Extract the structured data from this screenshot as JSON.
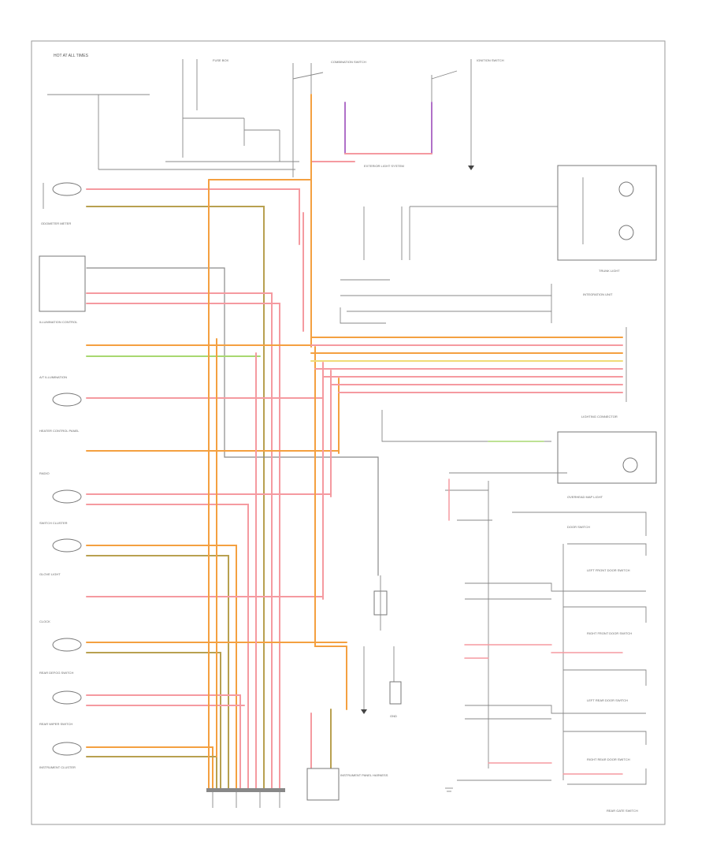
{
  "diagram": {
    "footer_code": "",
    "labels": {
      "odometer_meter": "ODOMETER METER",
      "illumination_control": "ILLUMINATION CONTROL",
      "at_illumination": "A/T ILLUMINATION",
      "heater_control_panel": "HEATER CONTROL PANEL",
      "radio": "RADIO",
      "switch_cluster": "SWITCH CLUSTER",
      "glove_light": "GLOVE LIGHT",
      "clock": "CLOCK",
      "rear_defog_switch": "REAR DEFOG SWITCH",
      "rear_wiper_switch": "REAR WIPER SWITCH",
      "instrument_cluster": "INSTRUMENT CLUSTER",
      "exterior_light_system": "EXTERIOR LIGHT SYSTEM",
      "trunk_light": "TRUNK LIGHT",
      "overhead_light": "OVERHEAD MAP LIGHT",
      "door_switch": "DOOR SWITCH",
      "left_front_door_switch": "LEFT FRONT DOOR SWITCH",
      "right_front_door_switch": "RIGHT FRONT DOOR SWITCH",
      "left_rear_door_switch": "LEFT REAR DOOR SWITCH",
      "right_rear_door_switch": "RIGHT REAR DOOR SWITCH",
      "rear_gate_switch": "REAR GATE SWITCH",
      "lighting_connector": "LIGHTING CONNECTOR",
      "ignition_switch": "IGNITION SWITCH",
      "combination_switch": "COMBINATION SWITCH",
      "integration_unit": "INTEGRATION UNIT",
      "instrument_panel_harness": "INSTRUMENT PANEL HARNESS",
      "hot_in_all_times": "HOT AT ALL TIMES",
      "fuse_box": "FUSE BOX",
      "ground": "GND"
    },
    "colors": {
      "orange": "#f4a040",
      "pink": "#f59aa0",
      "olive": "#b8a050",
      "green": "#a8d870",
      "yellow": "#f0dc78",
      "purple": "#b070c8",
      "gray": "#8a8a8a",
      "black": "#444444"
    }
  }
}
